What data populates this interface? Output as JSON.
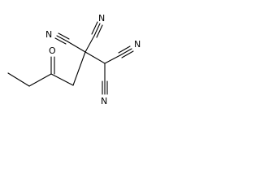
{
  "molecule": {
    "atom_labels": {
      "oxygen": "O",
      "nitrile_1": "N",
      "nitrile_2": "N",
      "nitrile_3": "N",
      "nitrile_4": "N"
    }
  }
}
